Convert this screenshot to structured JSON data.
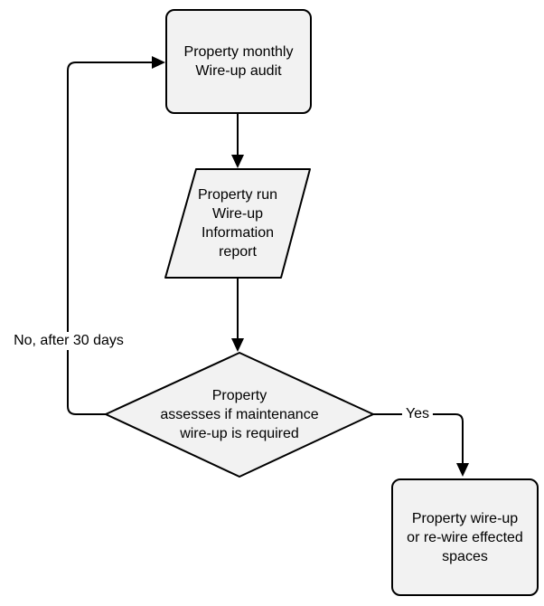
{
  "diagram": {
    "type": "flowchart",
    "colors": {
      "node_fill": "#f2f2f2",
      "stroke": "#000000",
      "background": "#ffffff"
    },
    "nodes": {
      "audit": {
        "shape": "rounded-rectangle",
        "label": "Property monthly\nWire-up audit"
      },
      "report": {
        "shape": "parallelogram",
        "label": "Property run\nWire-up\nInformation\nreport"
      },
      "decision": {
        "shape": "diamond",
        "label": "Property\nassesses if maintenance\nwire-up is required"
      },
      "rewire": {
        "shape": "rounded-rectangle",
        "label": "Property wire-up\nor re-wire effected\nspaces"
      }
    },
    "edges": [
      {
        "from": "audit",
        "to": "report",
        "label": ""
      },
      {
        "from": "report",
        "to": "decision",
        "label": ""
      },
      {
        "from": "decision",
        "to": "rewire",
        "label": "Yes"
      },
      {
        "from": "decision",
        "to": "audit",
        "label": "No, after 30 days"
      }
    ]
  }
}
